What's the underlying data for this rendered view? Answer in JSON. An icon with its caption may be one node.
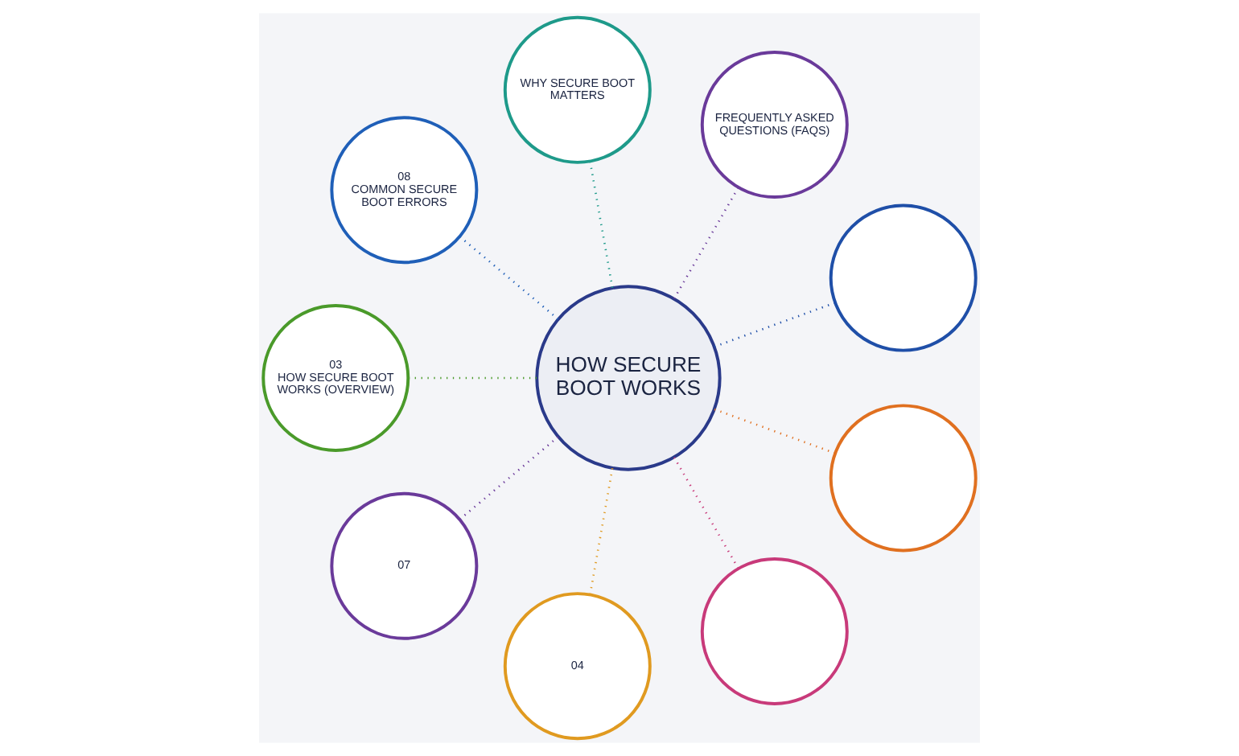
{
  "diagram": {
    "nodes": [
      {
        "text": [
          "HOW SECURE BOOT WORKS"
        ]
      },
      {
        "text": [],
        "shape": "circle"
      },
      {
        "text": [
          "FREQUENTLY ASKED QUESTIONS (FAQS)"
        ]
      },
      {
        "text": [
          "WHY SECURE BOOT MATTERS"
        ]
      },
      {
        "text": [
          "08",
          "COMMON SECURE BOOT ERRORS"
        ]
      },
      {
        "text": [
          "03",
          "HOW SECURE BOOT WORKS (OVERVIEW)"
        ]
      },
      {
        "text": [
          "07"
        ]
      },
      {
        "text": [
          "04"
        ]
      },
      {
        "text": [],
        "shape": "circle"
      },
      {
        "text": [],
        "shape": "circle"
      }
    ],
    "edges": [
      {
        "from": 0,
        "to": 1,
        "arrow": "none",
        "color": "#1f4fa8"
      },
      {
        "from": 0,
        "to": 2,
        "arrow": "none",
        "color": "#6a3a9a"
      },
      {
        "from": 0,
        "to": 3,
        "arrow": "none",
        "color": "#1e9a8a"
      },
      {
        "from": 0,
        "to": 4,
        "arrow": "none",
        "color": "#1f5fb8"
      },
      {
        "from": 0,
        "to": 5,
        "arrow": "none",
        "color": "#4a9a2a"
      },
      {
        "from": 0,
        "to": 6,
        "arrow": "none",
        "color": "#6a3a9a"
      },
      {
        "from": 0,
        "to": 7,
        "arrow": "none",
        "color": "#e09a20"
      },
      {
        "from": 0,
        "to": 8,
        "arrow": "none",
        "color": "#c83a7a"
      },
      {
        "from": 0,
        "to": 9,
        "arrow": "none",
        "color": "#e07020"
      }
    ]
  }
}
